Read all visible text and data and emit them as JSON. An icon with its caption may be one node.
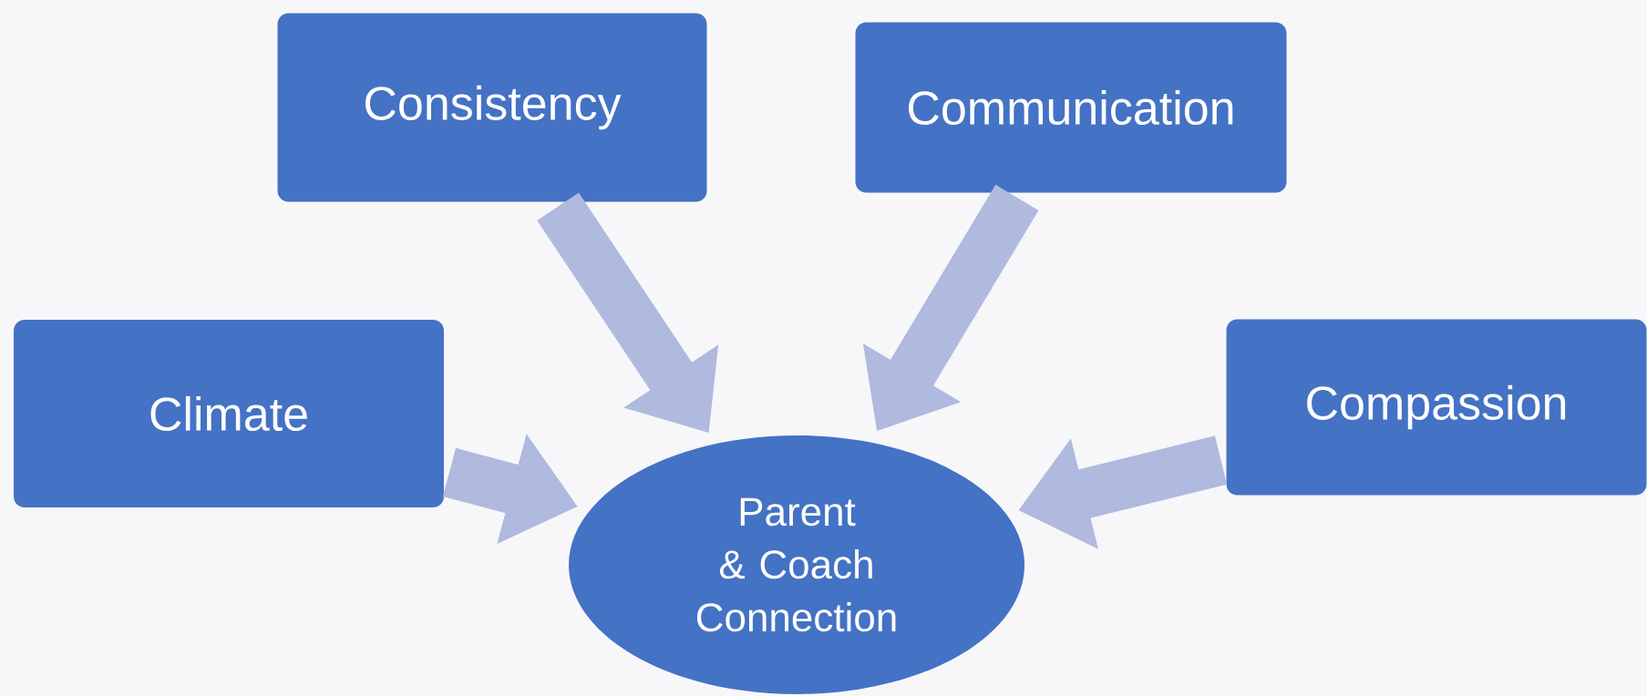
{
  "diagram": {
    "nodes": [
      {
        "text": [
          "Consistency"
        ]
      },
      {
        "text": [
          "Communication"
        ]
      },
      {
        "text": [
          "Climate"
        ]
      },
      {
        "text": [
          "Compassion"
        ]
      },
      {
        "text": [
          "Parent & Coach Connection"
        ]
      }
    ],
    "edges": [
      {
        "from": 0,
        "to": 4,
        "arrow": "to"
      },
      {
        "from": 1,
        "to": 4,
        "arrow": "to"
      },
      {
        "from": 2,
        "to": 4,
        "arrow": "to"
      },
      {
        "from": 3,
        "to": 4,
        "arrow": "to"
      }
    ]
  }
}
